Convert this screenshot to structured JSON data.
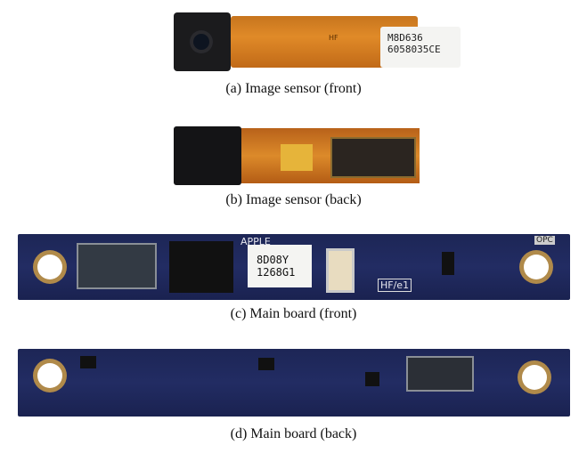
{
  "captions": {
    "a": "(a) Image sensor (front)",
    "b": "(b) Image sensor (back)",
    "c": "(c) Main board (front)",
    "d": "(d) Main board (back)"
  },
  "photo_labels": {
    "sensor_sticker_line1": "M8D636",
    "sensor_sticker_line2": "6058035CE",
    "sensor_flex_mark": "HF",
    "board_sticker_line1": "8D08Y",
    "board_sticker_line2": "1268G1",
    "board_brand": "APPLE",
    "board_mark": "HF/e1",
    "board_opc": "OPC"
  },
  "colors": {
    "board": "#1f2a5c",
    "flex": "#d9822a"
  }
}
